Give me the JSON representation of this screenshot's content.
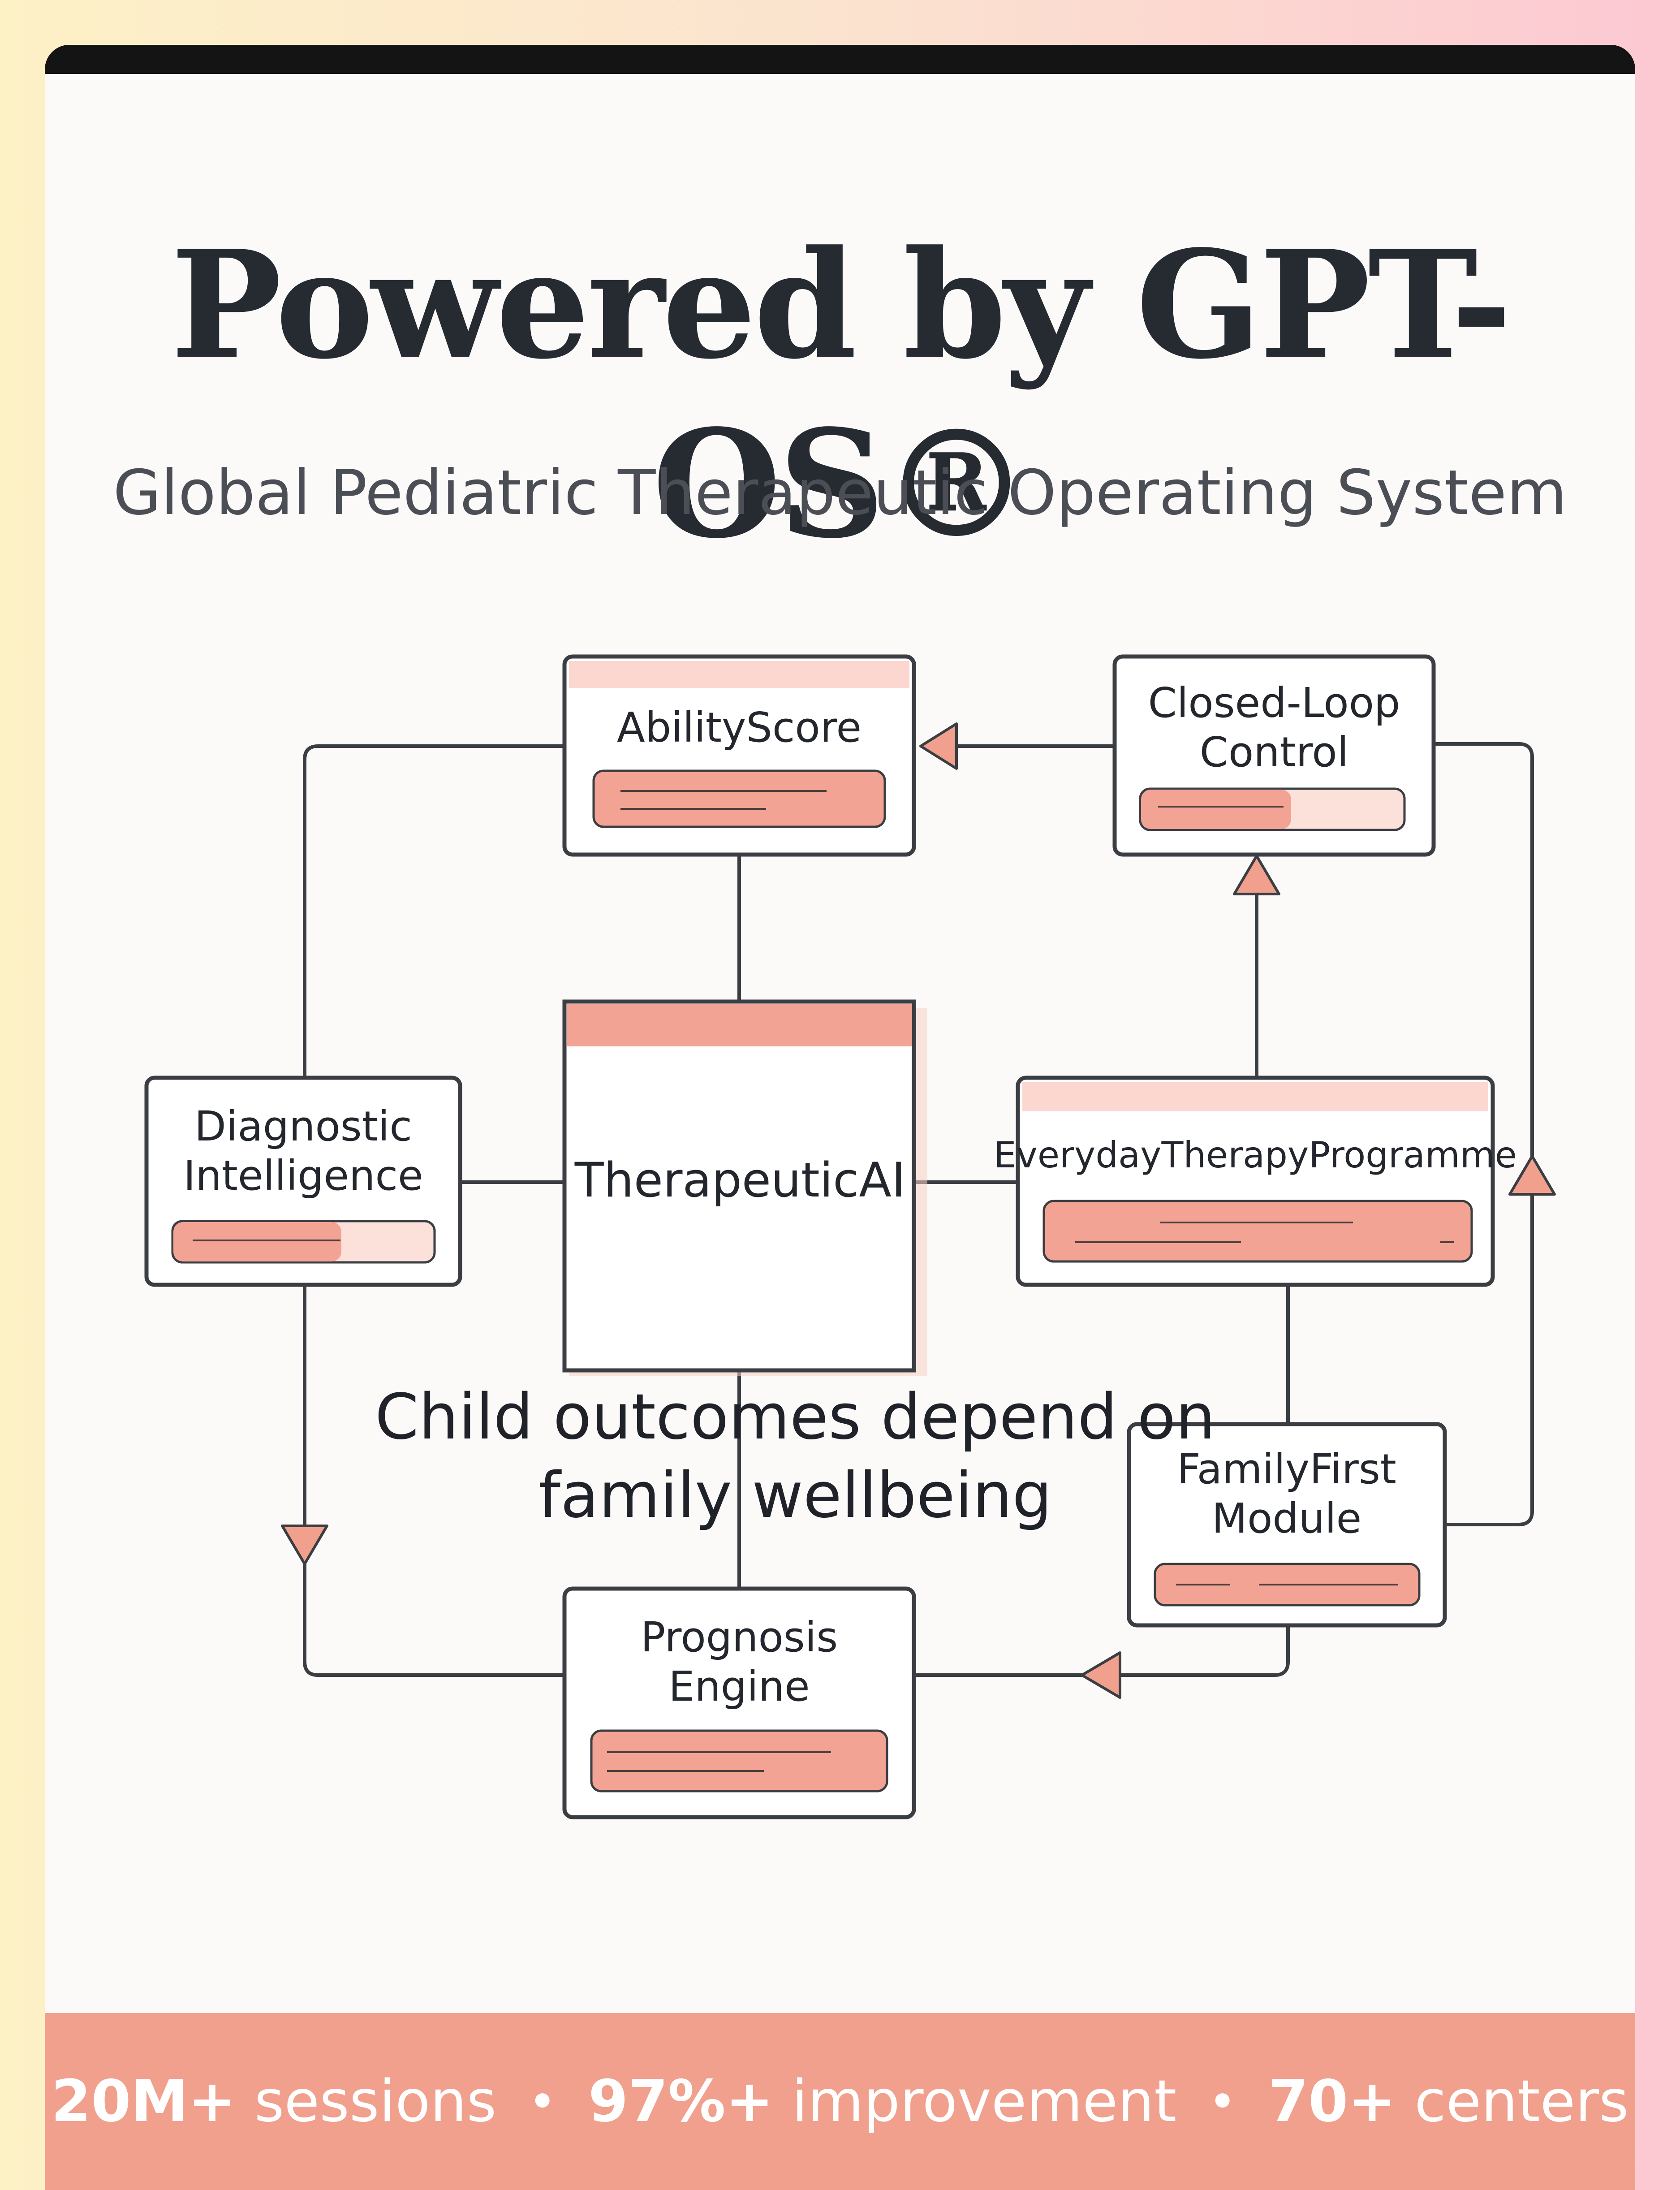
{
  "header": {
    "title": "Powered by GPT-OS®",
    "subtitle": "Global Pediatric Therapeutic Operating System"
  },
  "nodes": {
    "ability_score": {
      "title": "AbilityScore"
    },
    "closed_loop": {
      "title_line1": "Closed-Loop",
      "title_line2": "Control"
    },
    "therapeutic_ai": {
      "title": "TherapeuticAI"
    },
    "diagnostic": {
      "title_line1": "Diagnostic",
      "title_line2": "Intelligence"
    },
    "everyday": {
      "title": "EverydayTherapyProgramme"
    },
    "family_first": {
      "title_line1": "FamilyFirst",
      "title_line2": "Module"
    },
    "prognosis": {
      "title_line1": "Prognosis",
      "title_line2": "Engine"
    }
  },
  "overlay": {
    "line1": "Child outcomes depend on",
    "line2": "family wellbeing"
  },
  "stats": [
    {
      "value": "20M+",
      "label": "sessions"
    },
    {
      "value": "97%+",
      "label": "improvement"
    },
    {
      "value": "70+",
      "label": "centers"
    }
  ],
  "stats_separator": "•",
  "colors": {
    "accent": "#f0a08c",
    "accent_light": "#fbd7cf",
    "ink": "#262b31",
    "outline": "#3a3d42"
  }
}
